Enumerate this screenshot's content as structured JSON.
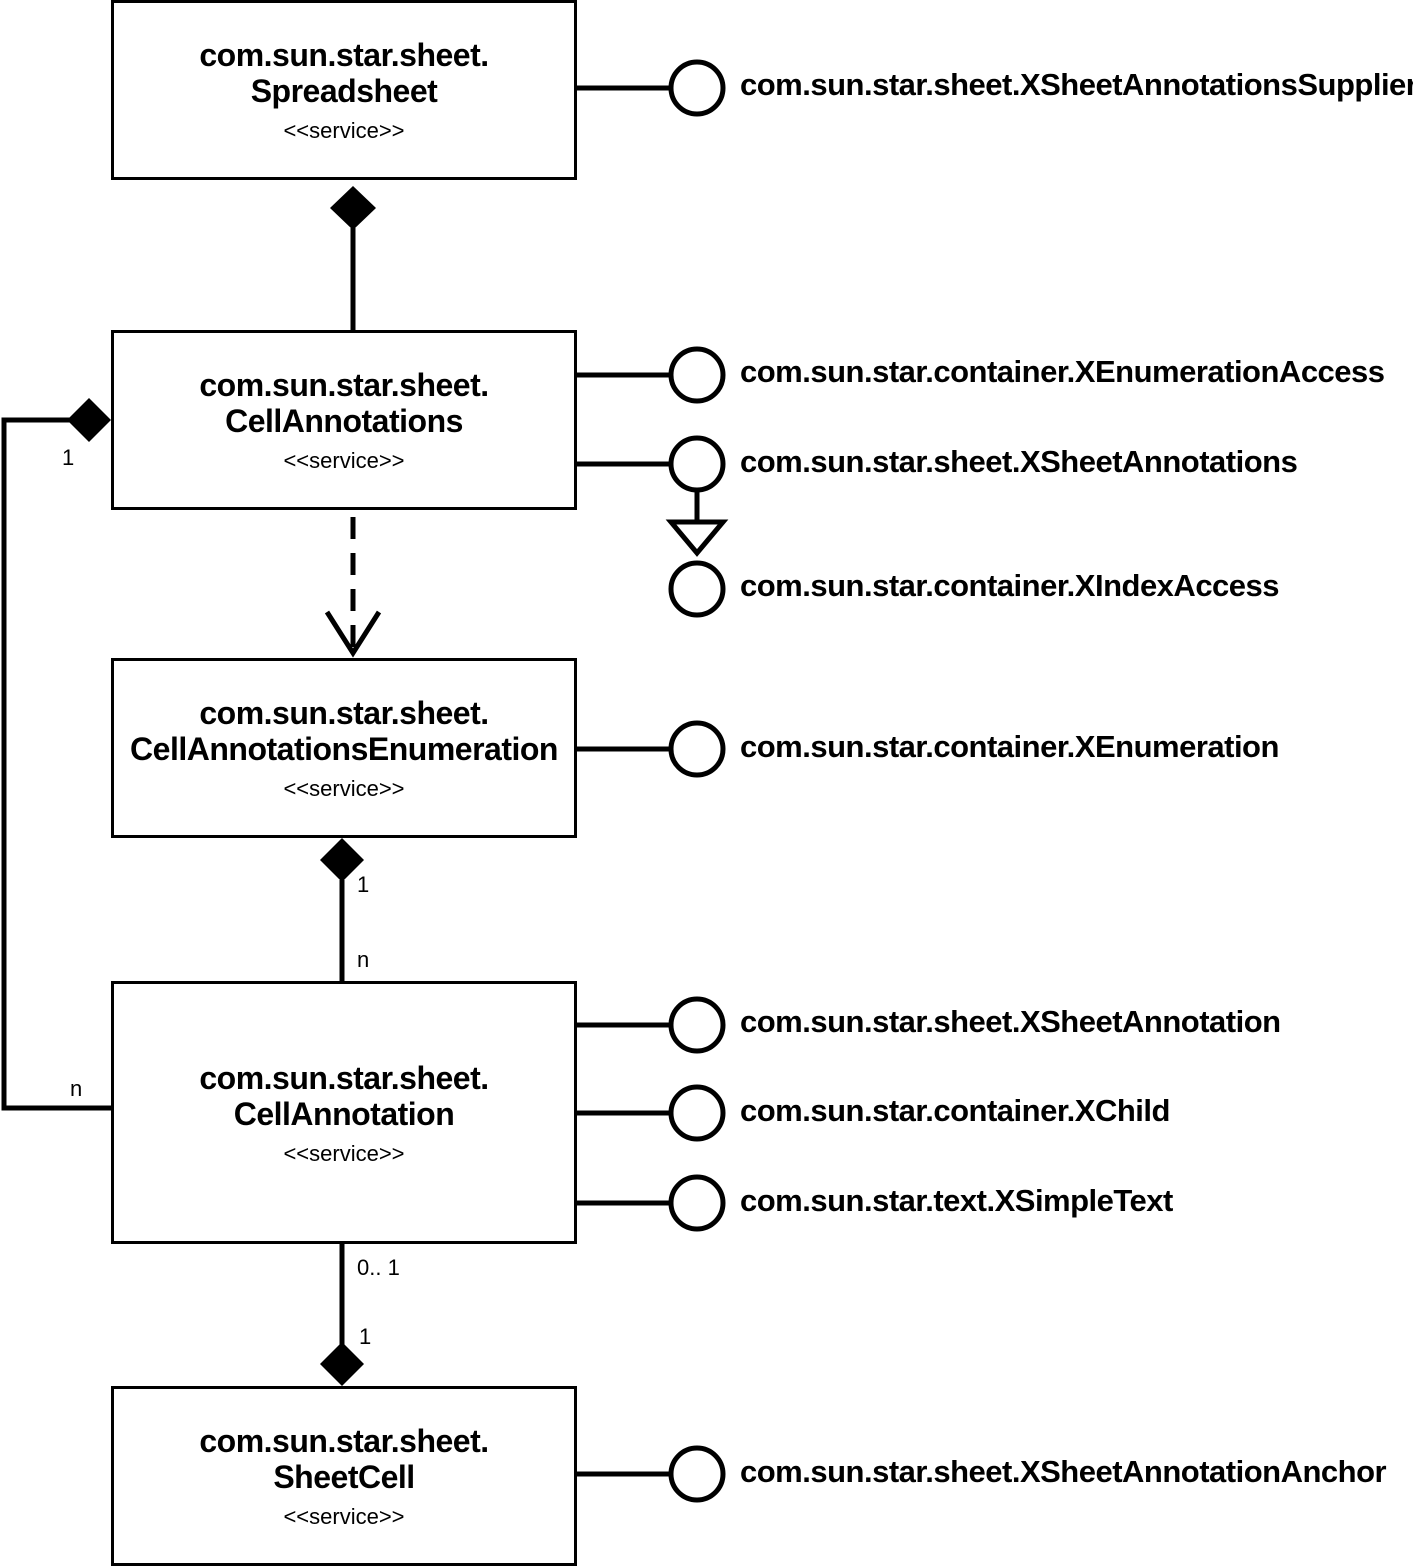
{
  "stereotype": "<<service>>",
  "services": {
    "spreadsheet": {
      "line1": "com.sun.star.sheet.",
      "line2": "Spreadsheet"
    },
    "cell_annotations": {
      "line1": "com.sun.star.sheet.",
      "line2": "CellAnnotations"
    },
    "cell_annotations_enumeration": {
      "line1": "com.sun.star.sheet.",
      "line2": "CellAnnotationsEnumeration"
    },
    "cell_annotation": {
      "line1": "com.sun.star.sheet.",
      "line2": "CellAnnotation"
    },
    "sheet_cell": {
      "line1": "com.sun.star.sheet.",
      "line2": "SheetCell"
    }
  },
  "interfaces": {
    "x_sheet_annotations_supplier": "com.sun.star.sheet.XSheetAnnotationsSupplier",
    "x_enumeration_access": "com.sun.star.container.XEnumerationAccess",
    "x_sheet_annotations": "com.sun.star.sheet.XSheetAnnotations",
    "x_index_access": "com.sun.star.container.XIndexAccess",
    "x_enumeration": "com.sun.star.container.XEnumeration",
    "x_sheet_annotation": "com.sun.star.sheet.XSheetAnnotation",
    "x_child": "com.sun.star.container.XChild",
    "x_simple_text": "com.sun.star.text.XSimpleText",
    "x_sheet_annotation_anchor": "com.sun.star.sheet.XSheetAnnotationAnchor"
  },
  "multiplicities": {
    "annotations_to_annotation_left_top": "1",
    "annotations_to_annotation_left_bottom": "n",
    "enumeration_to_annotation_top": "1",
    "enumeration_to_annotation_bottom": "n",
    "annotation_to_cell_top": "0.. 1",
    "annotation_to_cell_bottom": "1"
  }
}
